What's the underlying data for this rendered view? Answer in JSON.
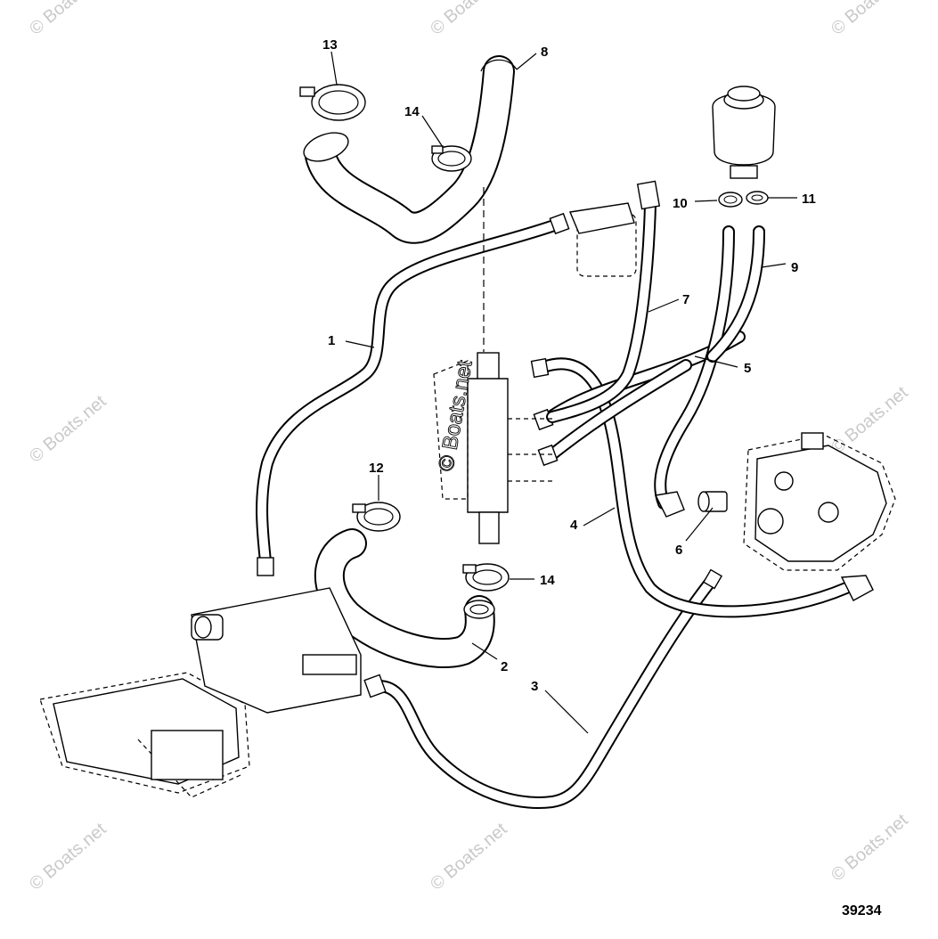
{
  "diagram_id": "39234",
  "callouts": [
    {
      "id": "c1",
      "label": "1"
    },
    {
      "id": "c2",
      "label": "2"
    },
    {
      "id": "c3",
      "label": "3"
    },
    {
      "id": "c4",
      "label": "4"
    },
    {
      "id": "c5",
      "label": "5"
    },
    {
      "id": "c6",
      "label": "6"
    },
    {
      "id": "c7",
      "label": "7"
    },
    {
      "id": "c8",
      "label": "8"
    },
    {
      "id": "c9",
      "label": "9"
    },
    {
      "id": "c10",
      "label": "10"
    },
    {
      "id": "c11",
      "label": "11"
    },
    {
      "id": "c12",
      "label": "12"
    },
    {
      "id": "c13",
      "label": "13"
    },
    {
      "id": "c14a",
      "label": "14"
    },
    {
      "id": "c14b",
      "label": "14"
    }
  ],
  "watermark": {
    "corner_text": "© Boats.net",
    "center_text": "© Boats.net"
  }
}
